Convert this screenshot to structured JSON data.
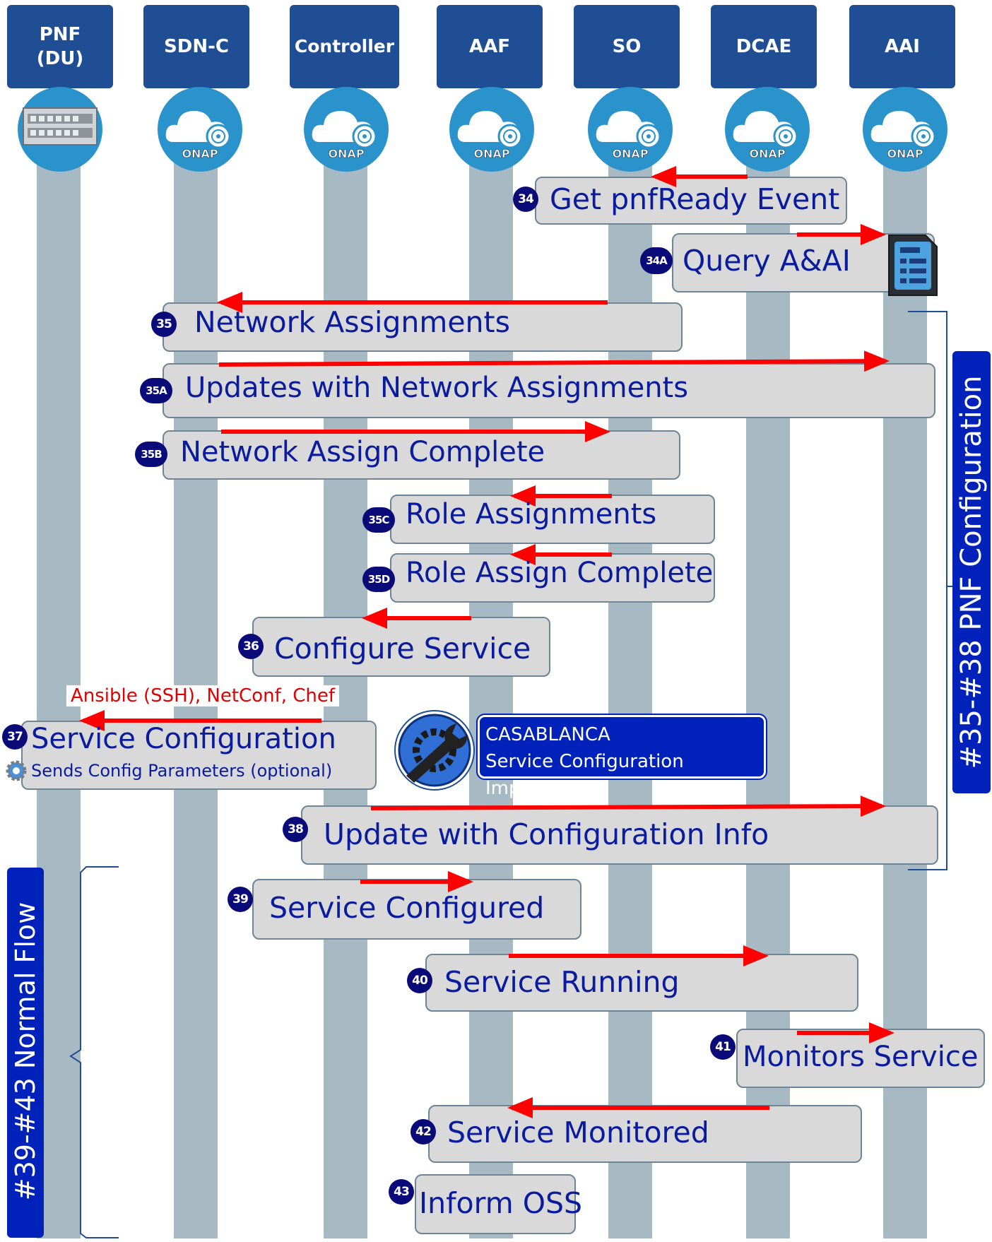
{
  "headers": [
    {
      "id": "pnf",
      "label": "PNF\n(DU)"
    },
    {
      "id": "sdnc",
      "label": "SDN-C"
    },
    {
      "id": "controller",
      "label": "Controller"
    },
    {
      "id": "aaf",
      "label": "AAF"
    },
    {
      "id": "so",
      "label": "SO"
    },
    {
      "id": "dcae",
      "label": "DCAE"
    },
    {
      "id": "aai",
      "label": "AAI"
    }
  ],
  "onap_logo_text": "ONAP",
  "steps": {
    "s34": {
      "num": "34",
      "label": "Get pnfReady Event"
    },
    "s34a": {
      "num": "34A",
      "label": "Query A&AI"
    },
    "s35": {
      "num": "35",
      "label": "Network Assignments"
    },
    "s35a": {
      "num": "35A",
      "label": "Updates with Network Assignments"
    },
    "s35b": {
      "num": "35B",
      "label": "Network Assign Complete"
    },
    "s35c": {
      "num": "35C",
      "label": "Role Assignments"
    },
    "s35d": {
      "num": "35D",
      "label": "Role Assign Complete"
    },
    "s36": {
      "num": "36",
      "label": "Configure Service"
    },
    "s37": {
      "num": "37",
      "label": "Service Configuration",
      "sub": "Sends Config Parameters (optional)",
      "protocols": "Ansible (SSH), NetConf, Chef"
    },
    "s38": {
      "num": "38",
      "label": "Update with Configuration Info"
    },
    "s39": {
      "num": "39",
      "label": "Service Configured"
    },
    "s40": {
      "num": "40",
      "label": "Service Running"
    },
    "s41": {
      "num": "41",
      "label": "Monitors Service"
    },
    "s42": {
      "num": "42",
      "label": "Service Monitored"
    },
    "s43": {
      "num": "43",
      "label": "Inform OSS"
    }
  },
  "casablanca": {
    "line1": "CASABLANCA",
    "line2": "Service Configuration Improve"
  },
  "groups": {
    "pnf_config": "#35-#38 PNF Configuration",
    "normal_flow": "#39-#43 Normal Flow"
  },
  "colors": {
    "header": "#1f4e94",
    "arrow": "#ff0000",
    "label": "#0a1b9e",
    "lane": "#a7b9c3",
    "box": "#d9d9d9",
    "badge": "#0a0a78"
  },
  "icons": [
    "server-icon",
    "onap-cloud-icon",
    "document-list-icon",
    "wrench-gear-icon",
    "gear-icon"
  ]
}
